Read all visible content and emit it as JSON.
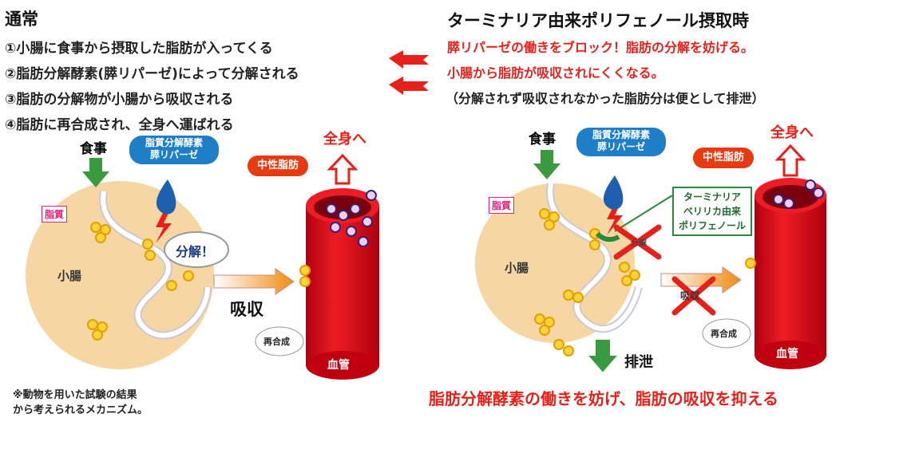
{
  "left": {
    "title": "通常",
    "steps": [
      "①小腸に食事から摂取した脂肪が入ってくる",
      "②脂肪分解酵素(膵リパーゼ)によって分解される",
      "③脂肪の分解物が小腸から吸収される",
      "④脂肪に再合成され、全身へ運ばれる"
    ],
    "food": "食事",
    "enzyme_bubble": [
      "脂質分解酵素",
      "膵リパーゼ"
    ],
    "lipid_tag": "脂質",
    "intestine": "小腸",
    "decompose": "分解！",
    "absorb": "吸収",
    "resynth": "再合成",
    "neutral_fat": "中性脂肪",
    "to_body": "全身へ",
    "vessel": "血管",
    "note": [
      "※動物を用いた試験の結果",
      "から考えられるメカニズム。"
    ]
  },
  "right": {
    "title": "ターミナリア由来ポリフェノール摂取時",
    "lines_red": [
      "膵リパーゼの働きをブロック！脂肪の分解を妨げる。",
      "小腸から脂肪が吸収されにくくなる。"
    ],
    "line_note": "（分解されず吸収されなかった脂肪分は便として排泄）",
    "food": "食事",
    "enzyme_bubble": [
      "脂質分解酵素",
      "膵リパーゼ"
    ],
    "lipid_tag": "脂質",
    "intestine": "小腸",
    "polyphenol_box": [
      "ターミナリア",
      "ベリリカ由来",
      "ポリフェノール"
    ],
    "decompose": "分解",
    "absorb": "吸収",
    "resynth": "再合成",
    "neutral_fat": "中性脂肪",
    "to_body": "全身へ",
    "vessel": "血管",
    "excrete": "排泄",
    "conclusion": "脂肪分解酵素の働きを妨げ、脂肪の吸収を抑える"
  },
  "colors": {
    "red": "#e8201a",
    "vessel": "#e0141e",
    "intestine": "#f6d6a2",
    "enzyme_blue": "#1e7fc8",
    "green": "#2a8a3a"
  }
}
